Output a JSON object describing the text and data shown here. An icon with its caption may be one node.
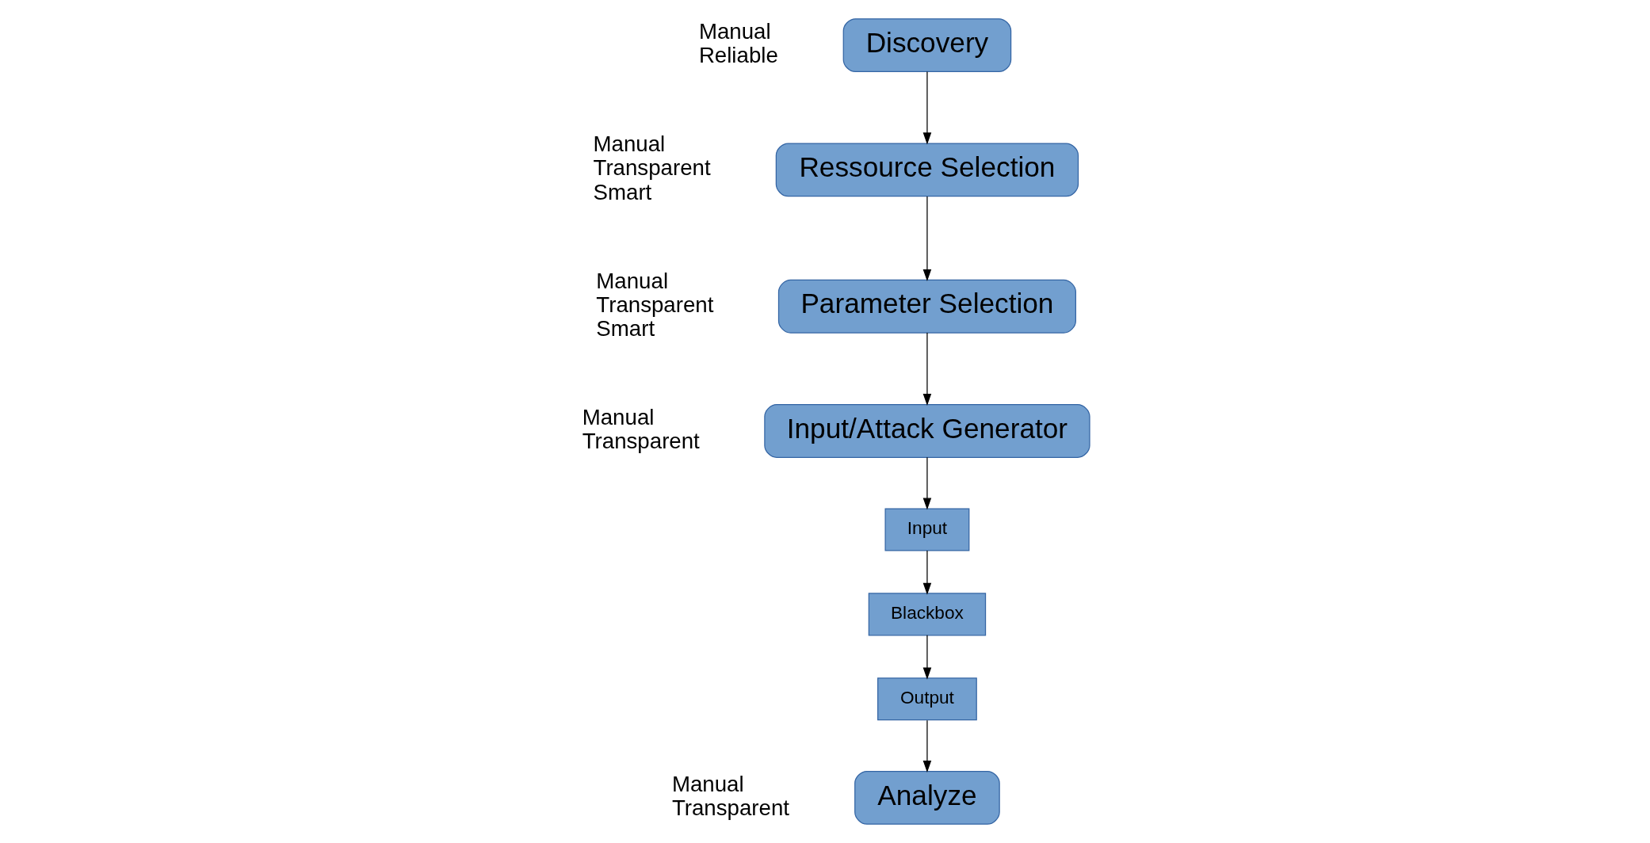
{
  "diagram": {
    "nodes": [
      {
        "text": [
          "Discovery"
        ],
        "beside": [
          "Manual",
          "Reliable"
        ]
      },
      {
        "text": [
          "Ressource Selection"
        ],
        "beside": [
          "Manual",
          "Transparent",
          "Smart"
        ]
      },
      {
        "text": [
          "Parameter Selection"
        ],
        "beside": [
          "Manual",
          "Transparent",
          "Smart"
        ]
      },
      {
        "text": [
          "Input/Attack Generator"
        ],
        "beside": [
          "Manual",
          "Transparent"
        ]
      },
      {
        "text": [
          "Analyze"
        ],
        "beside": [
          "Manual",
          "Transparent"
        ]
      },
      {
        "text": [
          "Input"
        ]
      },
      {
        "text": [
          "Blackbox"
        ]
      },
      {
        "text": [
          "Output"
        ]
      }
    ],
    "edges": [
      {
        "from": 0,
        "to": 1,
        "arrow": "to"
      },
      {
        "from": 1,
        "to": 2,
        "arrow": "to"
      },
      {
        "from": 2,
        "to": 3,
        "arrow": "to"
      },
      {
        "from": 3,
        "to": 5,
        "arrow": "to"
      },
      {
        "from": 5,
        "to": 6,
        "arrow": "to"
      },
      {
        "from": 6,
        "to": 7,
        "arrow": "to"
      },
      {
        "from": 7,
        "to": 4,
        "arrow": "to"
      }
    ]
  }
}
